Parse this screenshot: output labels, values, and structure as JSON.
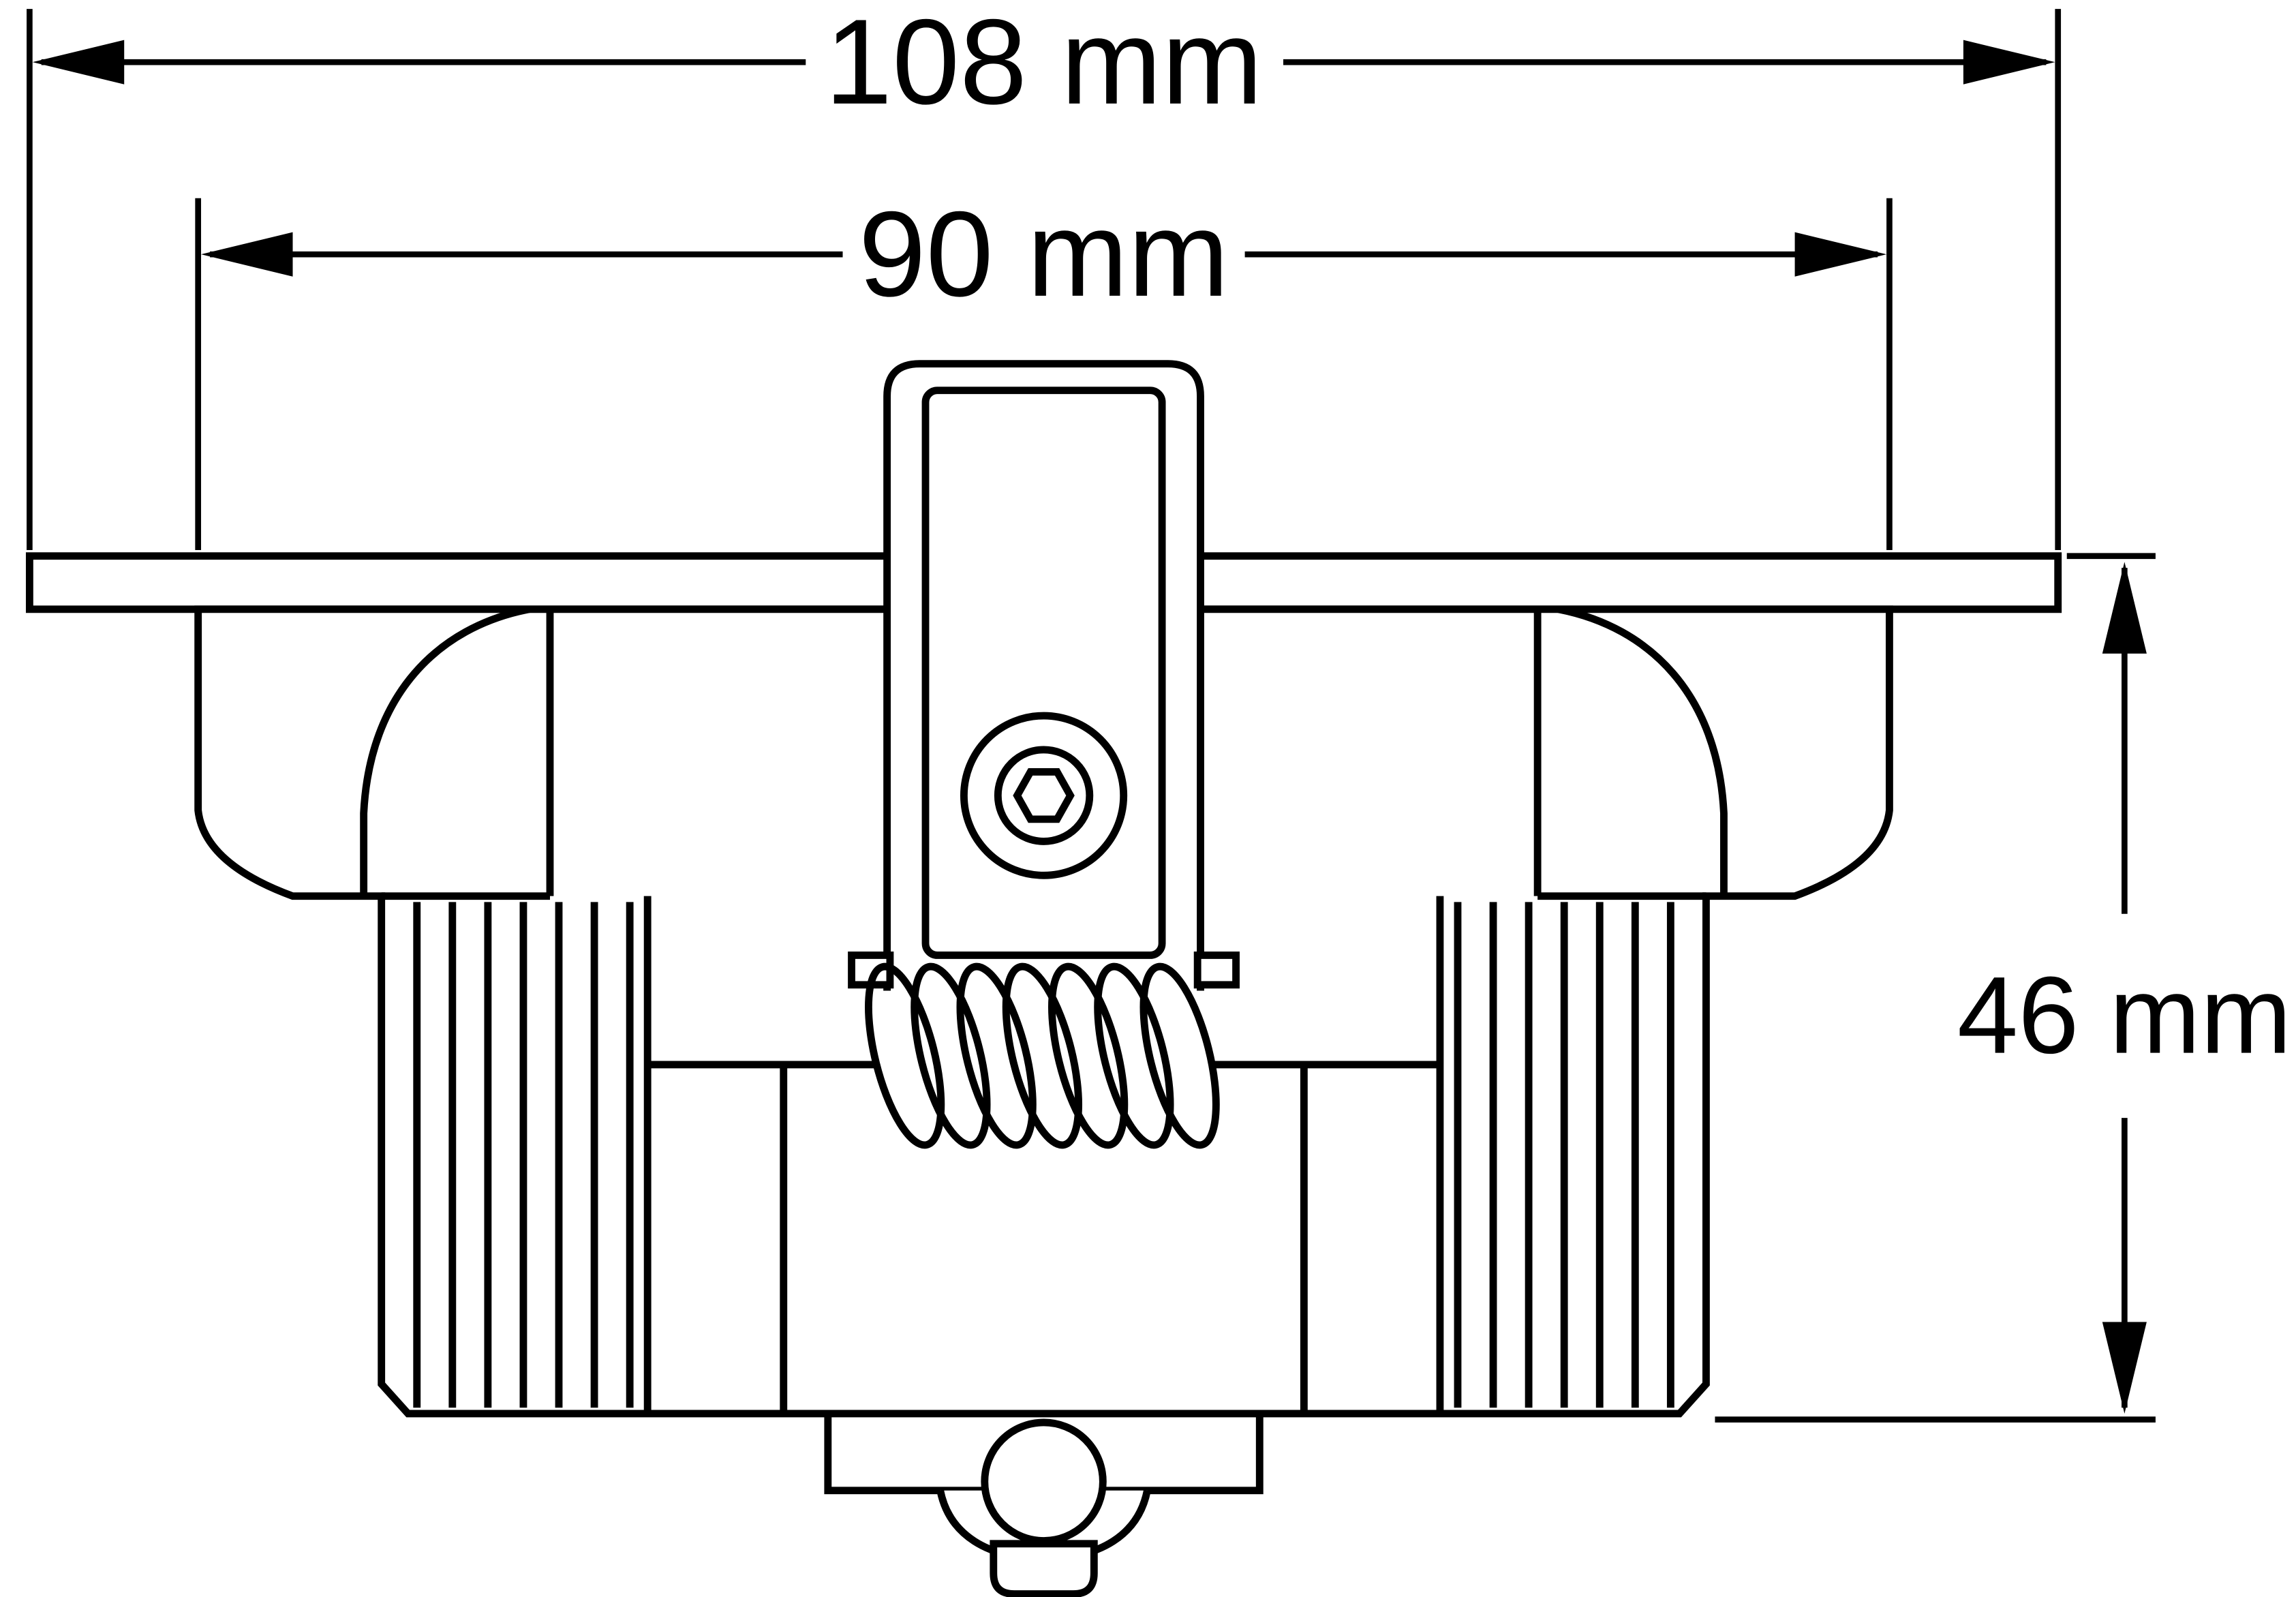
{
  "colors": {
    "line": "#000000",
    "background": "#ffffff"
  },
  "dimensions": {
    "overall_width": "108 mm",
    "inner_width": "90 mm",
    "height": "46 mm"
  }
}
